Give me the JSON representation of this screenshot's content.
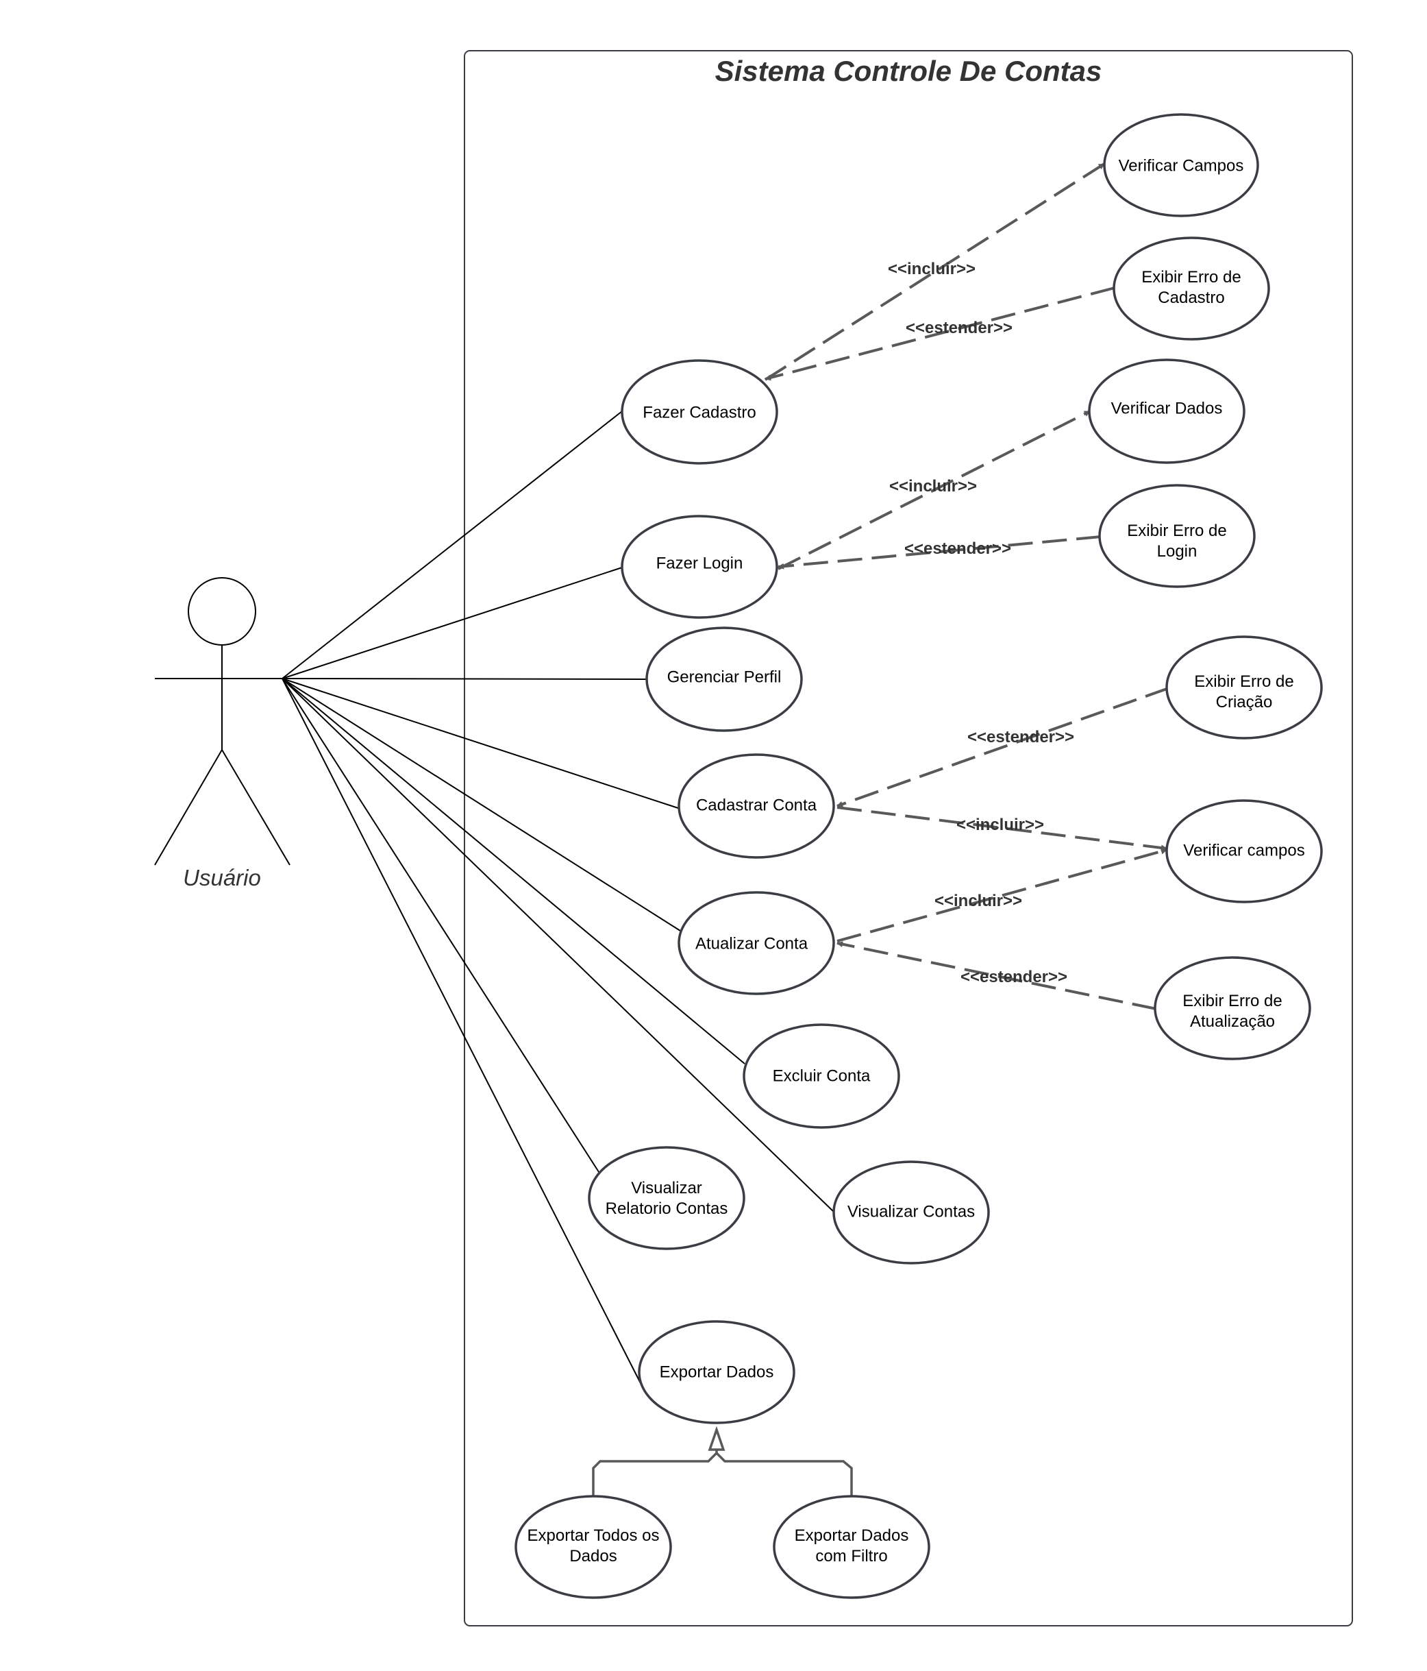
{
  "system": {
    "title": "Sistema Controle De Contas"
  },
  "actor": {
    "name": "Usuário"
  },
  "use_cases": {
    "verificar_campos": [
      "Verificar Campos"
    ],
    "exibir_erro_cadastro": [
      "Exibir Erro de",
      "Cadastro"
    ],
    "fazer_cadastro": [
      "Fazer Cadastro"
    ],
    "verificar_dados": [
      "Verificar Dados"
    ],
    "exibir_erro_login": [
      "Exibir Erro de",
      "Login"
    ],
    "fazer_login": [
      "Fazer Login"
    ],
    "gerenciar_perfil": [
      "Gerenciar Perfil"
    ],
    "exibir_erro_criacao": [
      "Exibir Erro de",
      "Criação"
    ],
    "cadastrar_conta": [
      "Cadastrar Conta"
    ],
    "verificar_campos_2": [
      "Verificar campos"
    ],
    "atualizar_conta": [
      "Atualizar Conta"
    ],
    "exibir_erro_atualizacao": [
      "Exibir Erro de",
      "Atualização"
    ],
    "excluir_conta": [
      "Excluir Conta"
    ],
    "visualizar_relatorio": [
      "Visualizar",
      "Relatorio Contas"
    ],
    "visualizar_contas": [
      "Visualizar Contas"
    ],
    "exportar_dados": [
      "Exportar Dados"
    ],
    "exportar_todos": [
      "Exportar Todos os",
      "Dados"
    ],
    "exportar_filtro": [
      "Exportar Dados",
      "com Filtro"
    ]
  },
  "relationships": {
    "include_1": "<<incluir>>",
    "extend_1": "<<estender>>",
    "include_2": "<<incluir>>",
    "extend_2": "<<estender>>",
    "extend_3": "<<estender>>",
    "include_3": "<<incluir>>",
    "include_4": "<<incluir>>",
    "extend_4": "<<estender>>"
  },
  "colors": {
    "ellipse_stroke": "#3a3d44",
    "dependency": "#595959",
    "text": "#333333",
    "association": "#000000"
  }
}
